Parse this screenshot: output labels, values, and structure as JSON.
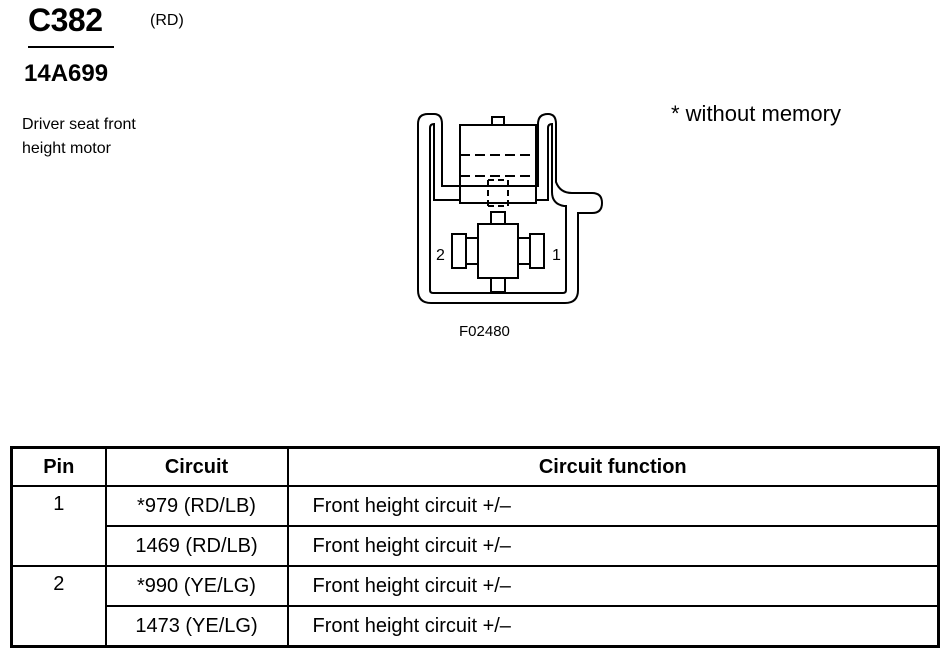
{
  "connector": {
    "id": "C382",
    "color": "(RD)",
    "part_number": "14A699",
    "description_lines": [
      "Driver seat front",
      "height motor"
    ]
  },
  "note": "* without memory",
  "figure_id": "F02480",
  "pin_labels": {
    "left": "2",
    "right": "1"
  },
  "table": {
    "headers": {
      "pin": "Pin",
      "circuit": "Circuit",
      "function": "Circuit function"
    },
    "rows": [
      {
        "pin": "1",
        "circuit": "*979 (RD/LB)",
        "function": "Front height circuit +/–"
      },
      {
        "pin": "",
        "circuit": "1469 (RD/LB)",
        "function": "Front height circuit +/–"
      },
      {
        "pin": "2",
        "circuit": "*990 (YE/LG)",
        "function": "Front height circuit +/–"
      },
      {
        "pin": "",
        "circuit": "1473 (YE/LG)",
        "function": "Front height circuit +/–"
      }
    ]
  }
}
